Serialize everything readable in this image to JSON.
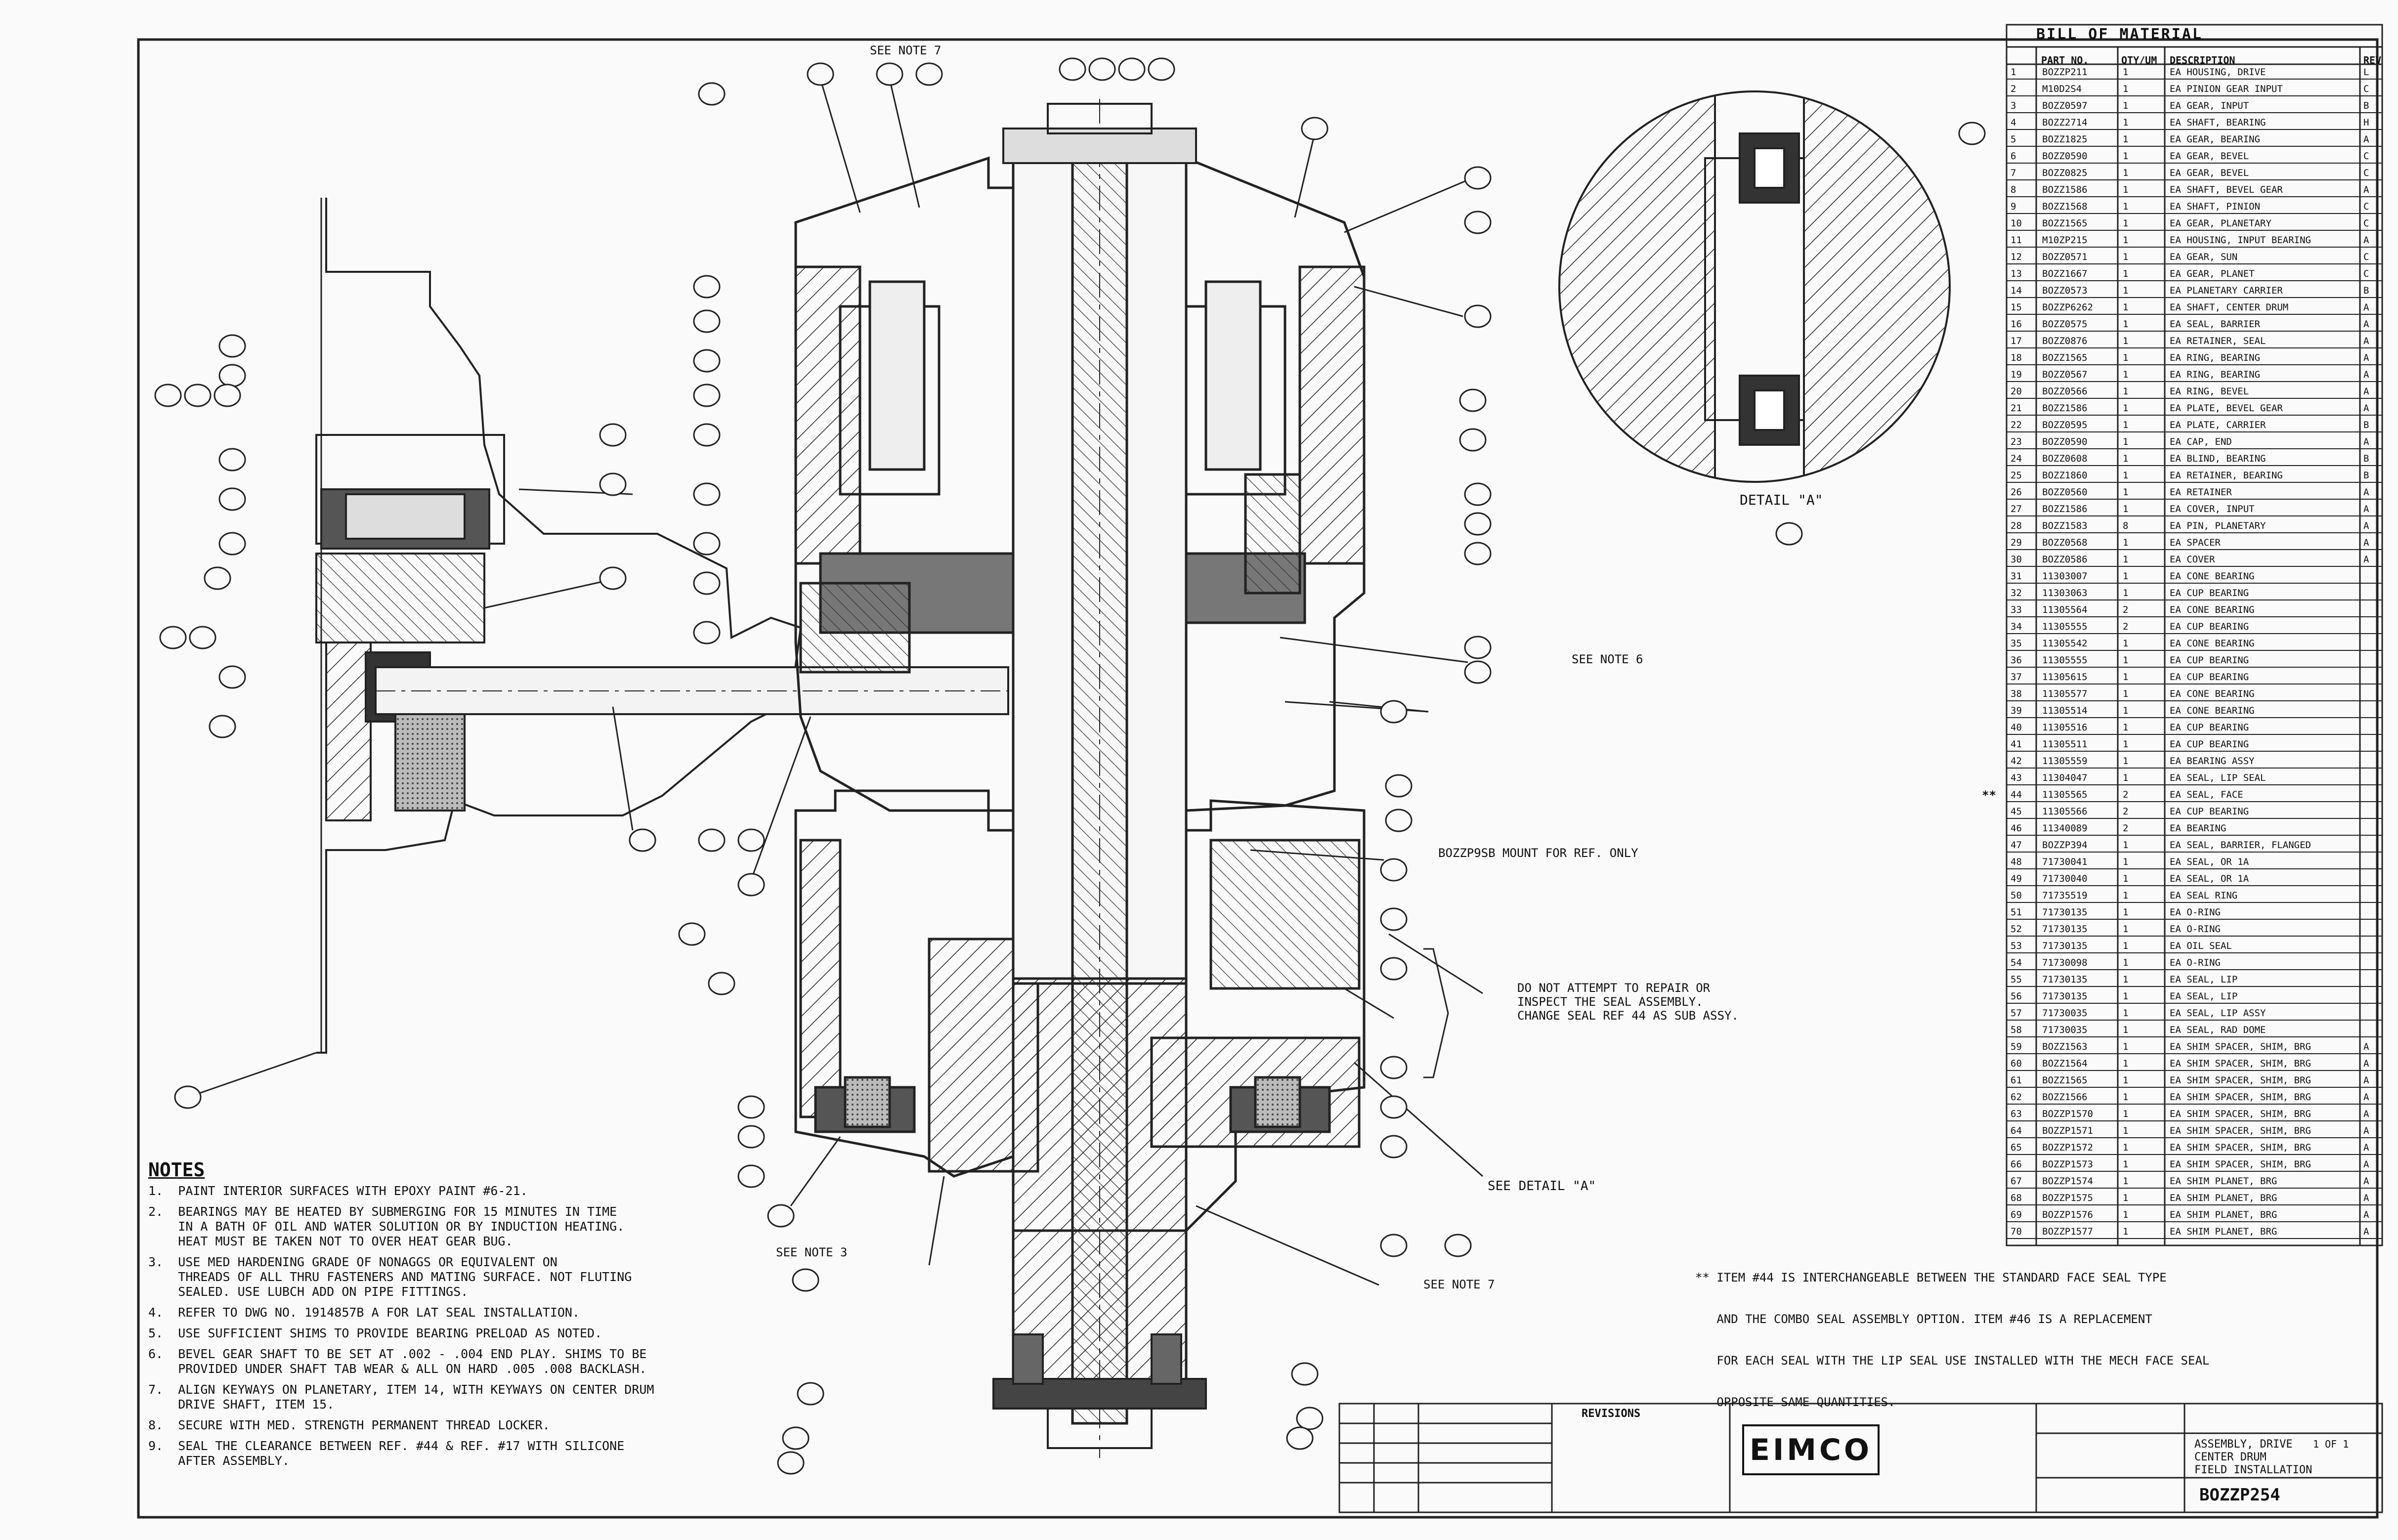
{
  "drawing": {
    "detail_label": "DETAIL \"A\"",
    "see_detail": "SEE DETAIL \"A\"",
    "see_note_7_top": "SEE NOTE 7",
    "see_note_7_bottom": "SEE NOTE 7",
    "see_note_6": "SEE NOTE 6",
    "see_note_3": "SEE NOTE 3",
    "mount_part": "BOZZP9SB MOUNT FOR REF. ONLY",
    "warning_lines": [
      "DO NOT ATTEMPT TO REPAIR OR",
      "INSPECT THE SEAL ASSEMBLY.",
      "CHANGE SEAL REF 44 AS SUB ASSY."
    ],
    "interchange_note": [
      "** ITEM #44 IS INTERCHANGEABLE BETWEEN THE STANDARD FACE SEAL TYPE",
      "   AND THE COMBO SEAL ASSEMBLY OPTION. ITEM #46 IS A REPLACEMENT",
      "   FOR EACH SEAL WITH THE LIP SEAL USE INSTALLED WITH THE MECH FACE SEAL",
      "   OPPOSITE SAME QUANTITIES."
    ],
    "bom_marker": "**"
  },
  "notes": {
    "title": "NOTES",
    "items": [
      "1.  PAINT INTERIOR SURFACES WITH EPOXY PAINT #6-21.",
      "2.  BEARINGS MAY BE HEATED BY SUBMERGING FOR 15 MINUTES IN TIME\n    IN A BATH OF OIL AND WATER SOLUTION OR BY INDUCTION HEATING.\n    HEAT MUST BE TAKEN NOT TO OVER HEAT GEAR BUG.",
      "3.  USE MED HARDENING GRADE OF NONAGGS OR EQUIVALENT ON\n    THREADS OF ALL THRU FASTENERS AND MATING SURFACE. NOT FLUTING\n    SEALED. USE LUBCH ADD ON PIPE FITTINGS.",
      "4.  REFER TO DWG NO. 1914857B A FOR LAT SEAL INSTALLATION.",
      "5.  USE SUFFICIENT SHIMS TO PROVIDE BEARING PRELOAD AS NOTED.",
      "6.  BEVEL GEAR SHAFT TO BE SET AT .002 - .004 END PLAY. SHIMS TO BE\n    PROVIDED UNDER SHAFT TAB WEAR & ALL ON HARD .005 .008 BACKLASH.",
      "7.  ALIGN KEYWAYS ON PLANETARY, ITEM 14, WITH KEYWAYS ON CENTER DRUM\n    DRIVE SHAFT, ITEM 15.",
      "8.  SECURE WITH MED. STRENGTH PERMANENT THREAD LOCKER.",
      "9.  SEAL THE CLEARANCE BETWEEN REF. #44 & REF. #17 WITH SILICONE\n    AFTER ASSEMBLY."
    ]
  },
  "bom": {
    "title": "BILL OF MATERIAL",
    "headers": [
      "",
      "PART NO.",
      "QTY/UM",
      "DESCRIPTION",
      "REV"
    ],
    "rows": [
      [
        "1",
        "BOZZP211",
        "1",
        "EA HOUSING, DRIVE",
        "L"
      ],
      [
        "2",
        "M10D2S4",
        "1",
        "EA PINION GEAR INPUT",
        "C"
      ],
      [
        "3",
        "BOZZ0597",
        "1",
        "EA GEAR, INPUT",
        "B"
      ],
      [
        "4",
        "BOZZ2714",
        "1",
        "EA SHAFT, BEARING",
        "H"
      ],
      [
        "5",
        "BOZZ1825",
        "1",
        "EA GEAR, BEARING",
        "A"
      ],
      [
        "6",
        "BOZZ0590",
        "1",
        "EA GEAR, BEVEL",
        "C"
      ],
      [
        "7",
        "BOZZ0825",
        "1",
        "EA GEAR, BEVEL",
        "C"
      ],
      [
        "8",
        "BOZZ1586",
        "1",
        "EA SHAFT, BEVEL GEAR",
        "A"
      ],
      [
        "9",
        "BOZZ1568",
        "1",
        "EA SHAFT, PINION",
        "C"
      ],
      [
        "10",
        "BOZZ1565",
        "1",
        "EA GEAR, PLANETARY",
        "C"
      ],
      [
        "11",
        "M10ZP215",
        "1",
        "EA HOUSING, INPUT BEARING",
        "A"
      ],
      [
        "12",
        "BOZZ0571",
        "1",
        "EA GEAR, SUN",
        "C"
      ],
      [
        "13",
        "BOZZ1667",
        "1",
        "EA GEAR, PLANET",
        "C"
      ],
      [
        "14",
        "BOZZ0573",
        "1",
        "EA PLANETARY CARRIER",
        "B"
      ],
      [
        "15",
        "BOZZP6262",
        "1",
        "EA SHAFT, CENTER DRUM",
        "A"
      ],
      [
        "16",
        "BOZZ0575",
        "1",
        "EA SEAL, BARRIER",
        "A"
      ],
      [
        "17",
        "BOZZ0876",
        "1",
        "EA RETAINER, SEAL",
        "A"
      ],
      [
        "18",
        "BOZZ1565",
        "1",
        "EA RING, BEARING",
        "A"
      ],
      [
        "19",
        "BOZZ0567",
        "1",
        "EA RING, BEARING",
        "A"
      ],
      [
        "20",
        "BOZZ0566",
        "1",
        "EA RING, BEVEL",
        "A"
      ],
      [
        "21",
        "BOZZ1586",
        "1",
        "EA PLATE, BEVEL GEAR",
        "A"
      ],
      [
        "22",
        "BOZZ0595",
        "1",
        "EA PLATE, CARRIER",
        "B"
      ],
      [
        "23",
        "BOZZ0590",
        "1",
        "EA CAP, END",
        "A"
      ],
      [
        "24",
        "BOZZ0608",
        "1",
        "EA BLIND, BEARING",
        "B"
      ],
      [
        "25",
        "BOZZ1860",
        "1",
        "EA RETAINER, BEARING",
        "B"
      ],
      [
        "26",
        "BOZZ0560",
        "1",
        "EA RETAINER",
        "A"
      ],
      [
        "27",
        "BOZZ1586",
        "1",
        "EA COVER, INPUT",
        "A"
      ],
      [
        "28",
        "BOZZ1583",
        "8",
        "EA PIN, PLANETARY",
        "A"
      ],
      [
        "29",
        "BOZZ0568",
        "1",
        "EA SPACER",
        "A"
      ],
      [
        "30",
        "BOZZ0586",
        "1",
        "EA COVER",
        "A"
      ],
      [
        "31",
        "11303007",
        "1",
        "EA CONE BEARING",
        ""
      ],
      [
        "32",
        "11303063",
        "1",
        "EA CUP BEARING",
        ""
      ],
      [
        "33",
        "11305564",
        "2",
        "EA CONE BEARING",
        ""
      ],
      [
        "34",
        "11305555",
        "2",
        "EA CUP BEARING",
        ""
      ],
      [
        "35",
        "11305542",
        "1",
        "EA CONE BEARING",
        ""
      ],
      [
        "36",
        "11305555",
        "1",
        "EA CUP BEARING",
        ""
      ],
      [
        "37",
        "11305615",
        "1",
        "EA CUP BEARING",
        ""
      ],
      [
        "38",
        "11305577",
        "1",
        "EA CONE BEARING",
        ""
      ],
      [
        "39",
        "11305514",
        "1",
        "EA CONE BEARING",
        ""
      ],
      [
        "40",
        "11305516",
        "1",
        "EA CUP BEARING",
        ""
      ],
      [
        "41",
        "11305511",
        "1",
        "EA CUP BEARING",
        ""
      ],
      [
        "42",
        "11305559",
        "1",
        "EA BEARING ASSY",
        ""
      ],
      [
        "43",
        "11304047",
        "1",
        "EA SEAL, LIP SEAL",
        ""
      ],
      [
        "44",
        "11305565",
        "2",
        "EA SEAL, FACE",
        ""
      ],
      [
        "45",
        "11305566",
        "2",
        "EA CUP BEARING",
        ""
      ],
      [
        "46",
        "11340089",
        "2",
        "EA BEARING",
        ""
      ],
      [
        "47",
        "BOZZP394",
        "1",
        "EA SEAL, BARRIER, FLANGED",
        ""
      ],
      [
        "48",
        "71730041",
        "1",
        "EA SEAL, OR 1A",
        ""
      ],
      [
        "49",
        "71730040",
        "1",
        "EA SEAL, OR 1A",
        ""
      ],
      [
        "50",
        "71735519",
        "1",
        "EA SEAL RING",
        ""
      ],
      [
        "51",
        "71730135",
        "1",
        "EA O-RING",
        ""
      ],
      [
        "52",
        "71730135",
        "1",
        "EA O-RING",
        ""
      ],
      [
        "53",
        "71730135",
        "1",
        "EA OIL SEAL",
        ""
      ],
      [
        "54",
        "71730098",
        "1",
        "EA O-RING",
        ""
      ],
      [
        "55",
        "71730135",
        "1",
        "EA SEAL, LIP",
        ""
      ],
      [
        "56",
        "71730135",
        "1",
        "EA SEAL, LIP",
        ""
      ],
      [
        "57",
        "71730035",
        "1",
        "EA SEAL, LIP ASSY",
        ""
      ],
      [
        "58",
        "71730035",
        "1",
        "EA SEAL, RAD DOME",
        ""
      ],
      [
        "59",
        "BOZZ1563",
        "1",
        "EA SHIM SPACER, SHIM, BRG",
        "A"
      ],
      [
        "60",
        "BOZZ1564",
        "1",
        "EA SHIM SPACER, SHIM, BRG",
        "A"
      ],
      [
        "61",
        "BOZZ1565",
        "1",
        "EA SHIM SPACER, SHIM, BRG",
        "A"
      ],
      [
        "62",
        "BOZZ1566",
        "1",
        "EA SHIM SPACER, SHIM, BRG",
        "A"
      ],
      [
        "63",
        "BOZZP1570",
        "1",
        "EA SHIM SPACER, SHIM, BRG",
        "A"
      ],
      [
        "64",
        "BOZZP1571",
        "1",
        "EA SHIM SPACER, SHIM, BRG",
        "A"
      ],
      [
        "65",
        "BOZZP1572",
        "1",
        "EA SHIM SPACER, SHIM, BRG",
        "A"
      ],
      [
        "66",
        "BOZZP1573",
        "1",
        "EA SHIM SPACER, SHIM, BRG",
        "A"
      ],
      [
        "67",
        "BOZZP1574",
        "1",
        "EA SHIM PLANET, BRG",
        "A"
      ],
      [
        "68",
        "BOZZP1575",
        "1",
        "EA SHIM PLANET, BRG",
        "A"
      ],
      [
        "69",
        "BOZZP1576",
        "1",
        "EA SHIM PLANET, BRG",
        "A"
      ],
      [
        "70",
        "BOZZP1577",
        "1",
        "EA SHIM PLANET, BRG",
        "A"
      ]
    ]
  },
  "title_block": {
    "company": "EIMCO",
    "revisions_header": "REVISIONS",
    "drawing_no": "BOZZP254",
    "sheet": "1 OF 1",
    "description_lines": [
      "ASSEMBLY, DRIVE",
      "CENTER DRUM",
      "FIELD INSTALLATION"
    ]
  }
}
